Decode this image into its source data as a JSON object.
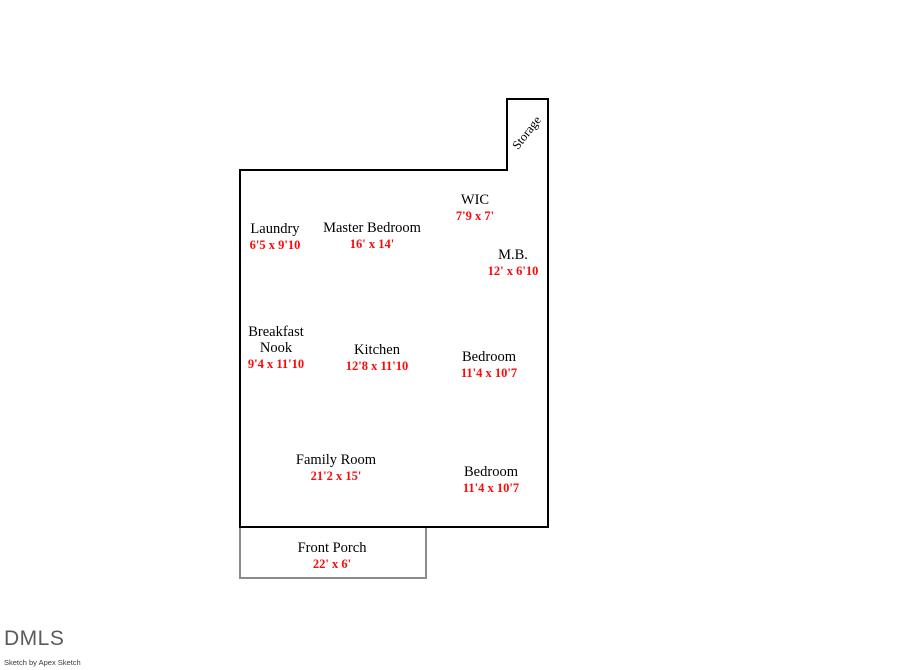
{
  "document": {
    "type": "floor-plan-sketch",
    "watermark": "DMLS",
    "credit": "Sketch by Apex Sketch",
    "colors": {
      "wall": "#000000",
      "porch_wall": "#8c8c8c",
      "label": "#000000",
      "dimension": "#fb0a0a",
      "background": "#ffffff"
    }
  },
  "structures": {
    "main": {
      "name": "main-building-outline"
    },
    "storage": {
      "name": "storage-outline",
      "label": "Storage"
    },
    "porch": {
      "name": "front-porch-outline"
    }
  },
  "rooms": [
    {
      "id": "wic",
      "name": "WIC",
      "dims": "7'9 x 7'"
    },
    {
      "id": "laundry",
      "name": "Laundry",
      "dims": "6'5 x 9'10"
    },
    {
      "id": "master-bedroom",
      "name": "Master Bedroom",
      "dims": "16' x 14'"
    },
    {
      "id": "mb",
      "name": "M.B.",
      "dims": "12' x 6'10"
    },
    {
      "id": "breakfast-nook",
      "name": "Breakfast\nNook",
      "dims": "9'4 x 11'10"
    },
    {
      "id": "kitchen",
      "name": "Kitchen",
      "dims": "12'8 x 11'10"
    },
    {
      "id": "bedroom-upper",
      "name": "Bedroom",
      "dims": "11'4 x 10'7"
    },
    {
      "id": "family-room",
      "name": "Family Room",
      "dims": "21'2 x 15'"
    },
    {
      "id": "bedroom-lower",
      "name": "Bedroom",
      "dims": "11'4 x 10'7"
    },
    {
      "id": "front-porch",
      "name": "Front Porch",
      "dims": "22' x 6'"
    }
  ]
}
